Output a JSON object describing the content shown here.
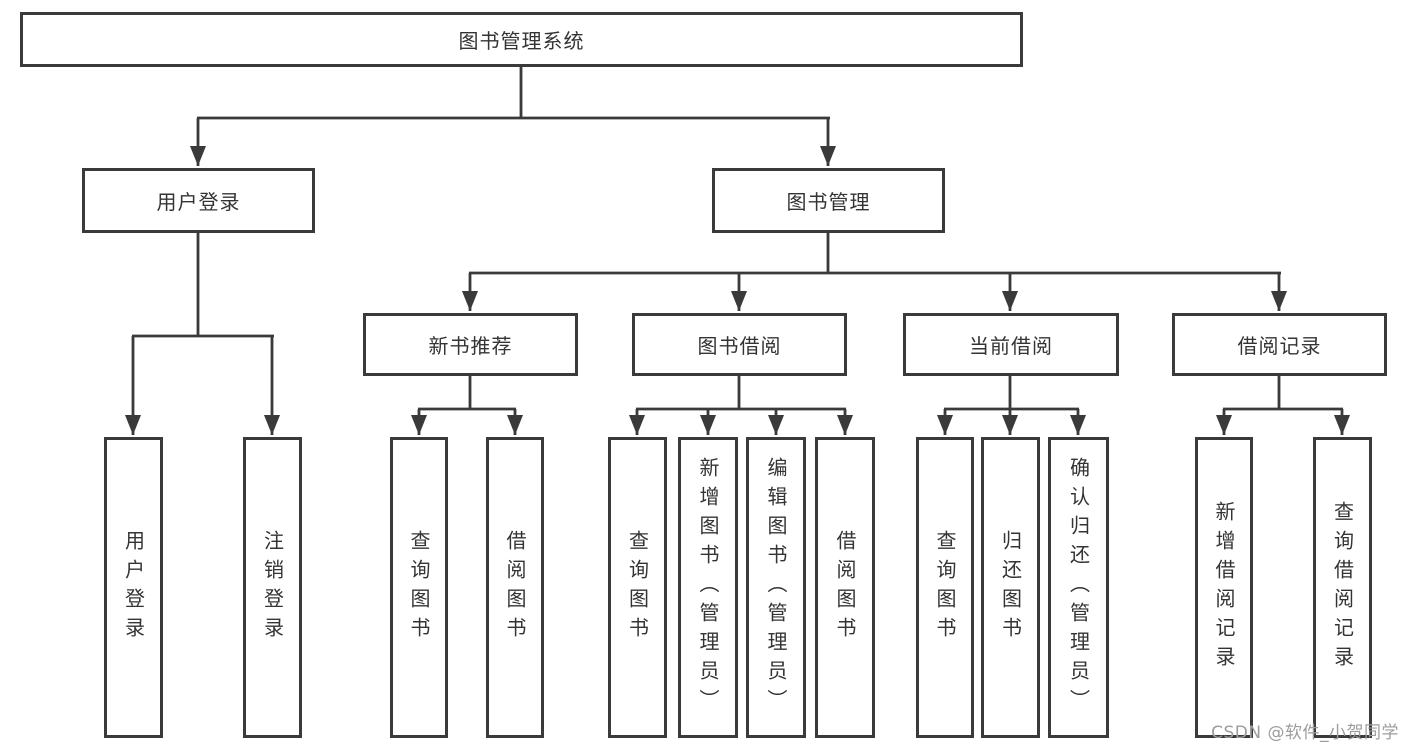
{
  "diagram": {
    "title": "图书管理系统",
    "watermark": "CSDN @软件_小贺同学",
    "colors": {
      "line": "#3a3a3a",
      "text": "#343434",
      "background": "#ffffff",
      "watermark": "#9c9c9c"
    },
    "tree": {
      "label": "图书管理系统",
      "children": [
        {
          "label": "用户登录",
          "children": [
            {
              "label": "用户登录"
            },
            {
              "label": "注销登录"
            }
          ]
        },
        {
          "label": "图书管理",
          "children": [
            {
              "label": "新书推荐",
              "children": [
                {
                  "label": "查询图书"
                },
                {
                  "label": "借阅图书"
                }
              ]
            },
            {
              "label": "图书借阅",
              "children": [
                {
                  "label": "查询图书"
                },
                {
                  "label": "新增图书（管理员）"
                },
                {
                  "label": "编辑图书（管理员）"
                },
                {
                  "label": "借阅图书"
                }
              ]
            },
            {
              "label": "当前借阅",
              "children": [
                {
                  "label": "查询图书"
                },
                {
                  "label": "归还图书"
                },
                {
                  "label": "确认归还（管理员）"
                }
              ]
            },
            {
              "label": "借阅记录",
              "children": [
                {
                  "label": "新增借阅记录"
                },
                {
                  "label": "查询借阅记录"
                }
              ]
            }
          ]
        }
      ]
    }
  }
}
